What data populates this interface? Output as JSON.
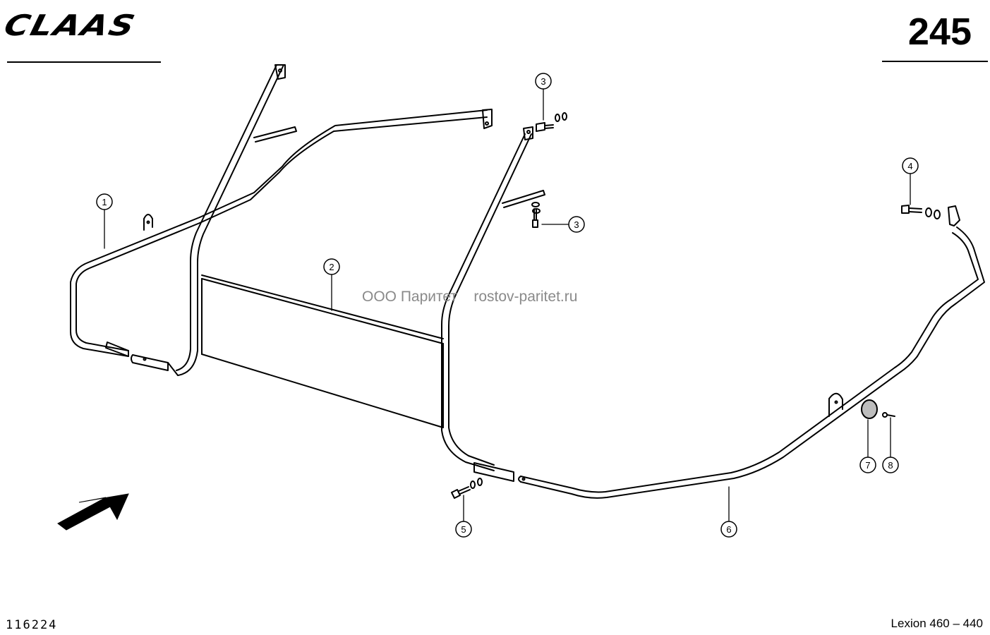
{
  "header": {
    "brand": "CLAAS",
    "page_number": "245"
  },
  "footer": {
    "drawing_number": "116224",
    "model": "Lexion 460 – 440"
  },
  "watermark": {
    "company": "ООО Паритет",
    "site": "rostov-paritet.ru"
  },
  "callouts": [
    {
      "id": "callout-1",
      "label": "1"
    },
    {
      "id": "callout-2",
      "label": "2"
    },
    {
      "id": "callout-3a",
      "label": "3"
    },
    {
      "id": "callout-3b",
      "label": "3"
    },
    {
      "id": "callout-4",
      "label": "4"
    },
    {
      "id": "callout-5",
      "label": "5"
    },
    {
      "id": "callout-6",
      "label": "6"
    },
    {
      "id": "callout-7",
      "label": "7"
    },
    {
      "id": "callout-8",
      "label": "8"
    }
  ],
  "icons": {
    "direction_arrow": "direction-arrow-icon"
  }
}
